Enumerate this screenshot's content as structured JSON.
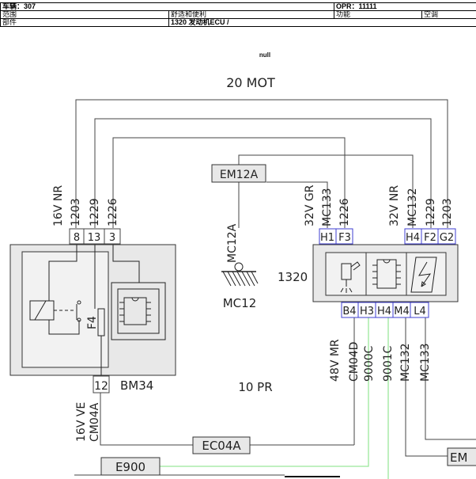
{
  "header": {
    "vehicle": "车辆：307",
    "opr": "OPR：11111",
    "scope_label": "范围",
    "scope_value": "舒适和便利",
    "function_label": "功能",
    "function_value": "空调",
    "part_label": "部件",
    "part_value": "1320 发动机ECU /"
  },
  "null_text": "null",
  "diagram": {
    "top_harness": "20 MOT",
    "mid_harness": "10 PR",
    "bm34": {
      "name": "BM34",
      "fuse": "F4",
      "top_pins": [
        "8",
        "13",
        "3"
      ],
      "bottom_pin": "12",
      "wires_top": [
        "1203",
        "1229",
        "1226"
      ],
      "wire_top_label": "16V NR",
      "wire_bottom_label": "16V VE",
      "wire_bottom_code": "CM04A"
    },
    "ground": {
      "connector": "EM12A",
      "wire": "MC12A",
      "name": "MC12"
    },
    "ecu": {
      "name": "1320",
      "top_left_pins": [
        "H1",
        "F3"
      ],
      "top_right_pins": [
        "H4",
        "F2",
        "G2"
      ],
      "bottom_pins": [
        "B4",
        "H3",
        "H4",
        "M4",
        "L4"
      ],
      "label_left": "32V GR",
      "wires_left": [
        "MC133",
        "1226"
      ],
      "label_right": "32V NR",
      "wires_right": [
        "MC132",
        "1229",
        "1203"
      ],
      "label_bottom": "48V MR",
      "wires_bottom": [
        "CM04D",
        "9000C",
        "9001C",
        "MC132",
        "MC133"
      ]
    },
    "bottom_connector": "EC04A",
    "e900": "E900",
    "em_right": "EM"
  },
  "colors": {
    "wire": "#444444",
    "green_wire": "#9be89b",
    "pin_blue": "#3f3fd0",
    "box_fill": "#e8e8e8",
    "inner_fill": "#f2f2f2"
  }
}
